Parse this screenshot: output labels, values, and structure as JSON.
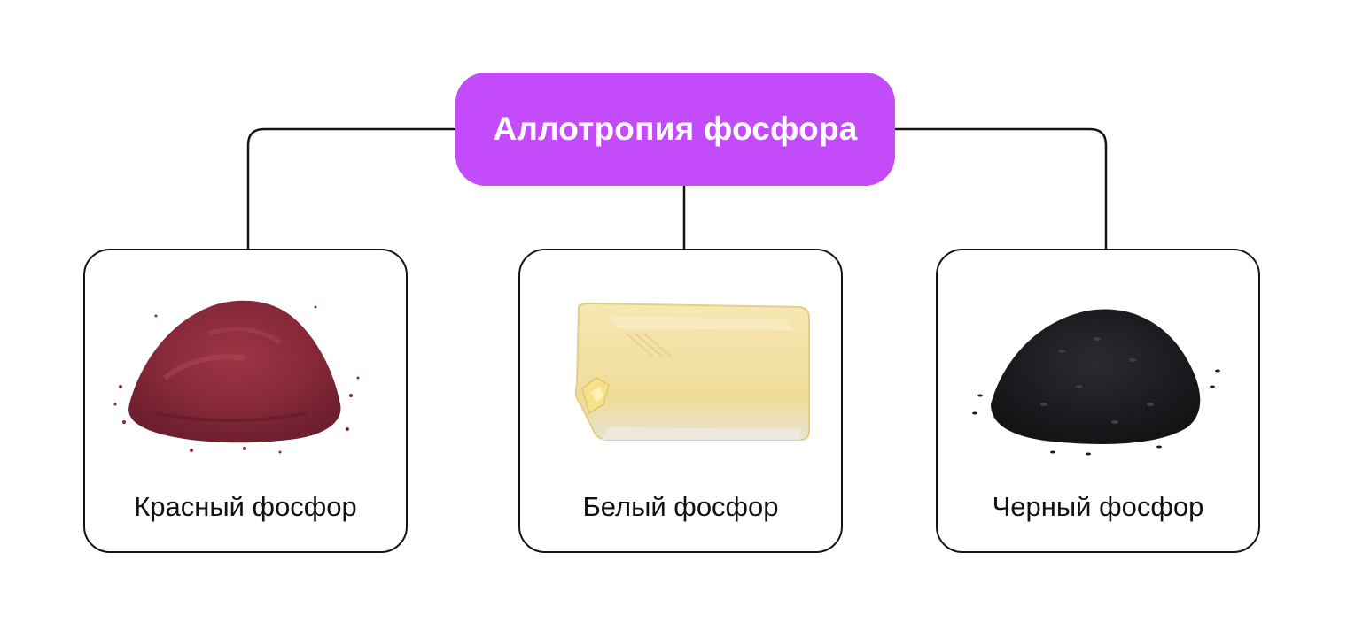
{
  "title": "Аллотропия фосфора",
  "items": [
    {
      "label": "Красный фосфор",
      "image": "red-phosphorus-powder-pile"
    },
    {
      "label": "Белый фосфор",
      "image": "white-phosphorus-waxy-block"
    },
    {
      "label": "Черный фосфор",
      "image": "black-phosphorus-granules-pile"
    }
  ],
  "colors": {
    "root_fill": "#c34bf9",
    "root_text": "#ffffff",
    "outline": "#151515",
    "red_phosphorus": "#8a2b38",
    "white_phosphorus": "#f1e0a3",
    "black_phosphorus": "#1c1c20"
  }
}
